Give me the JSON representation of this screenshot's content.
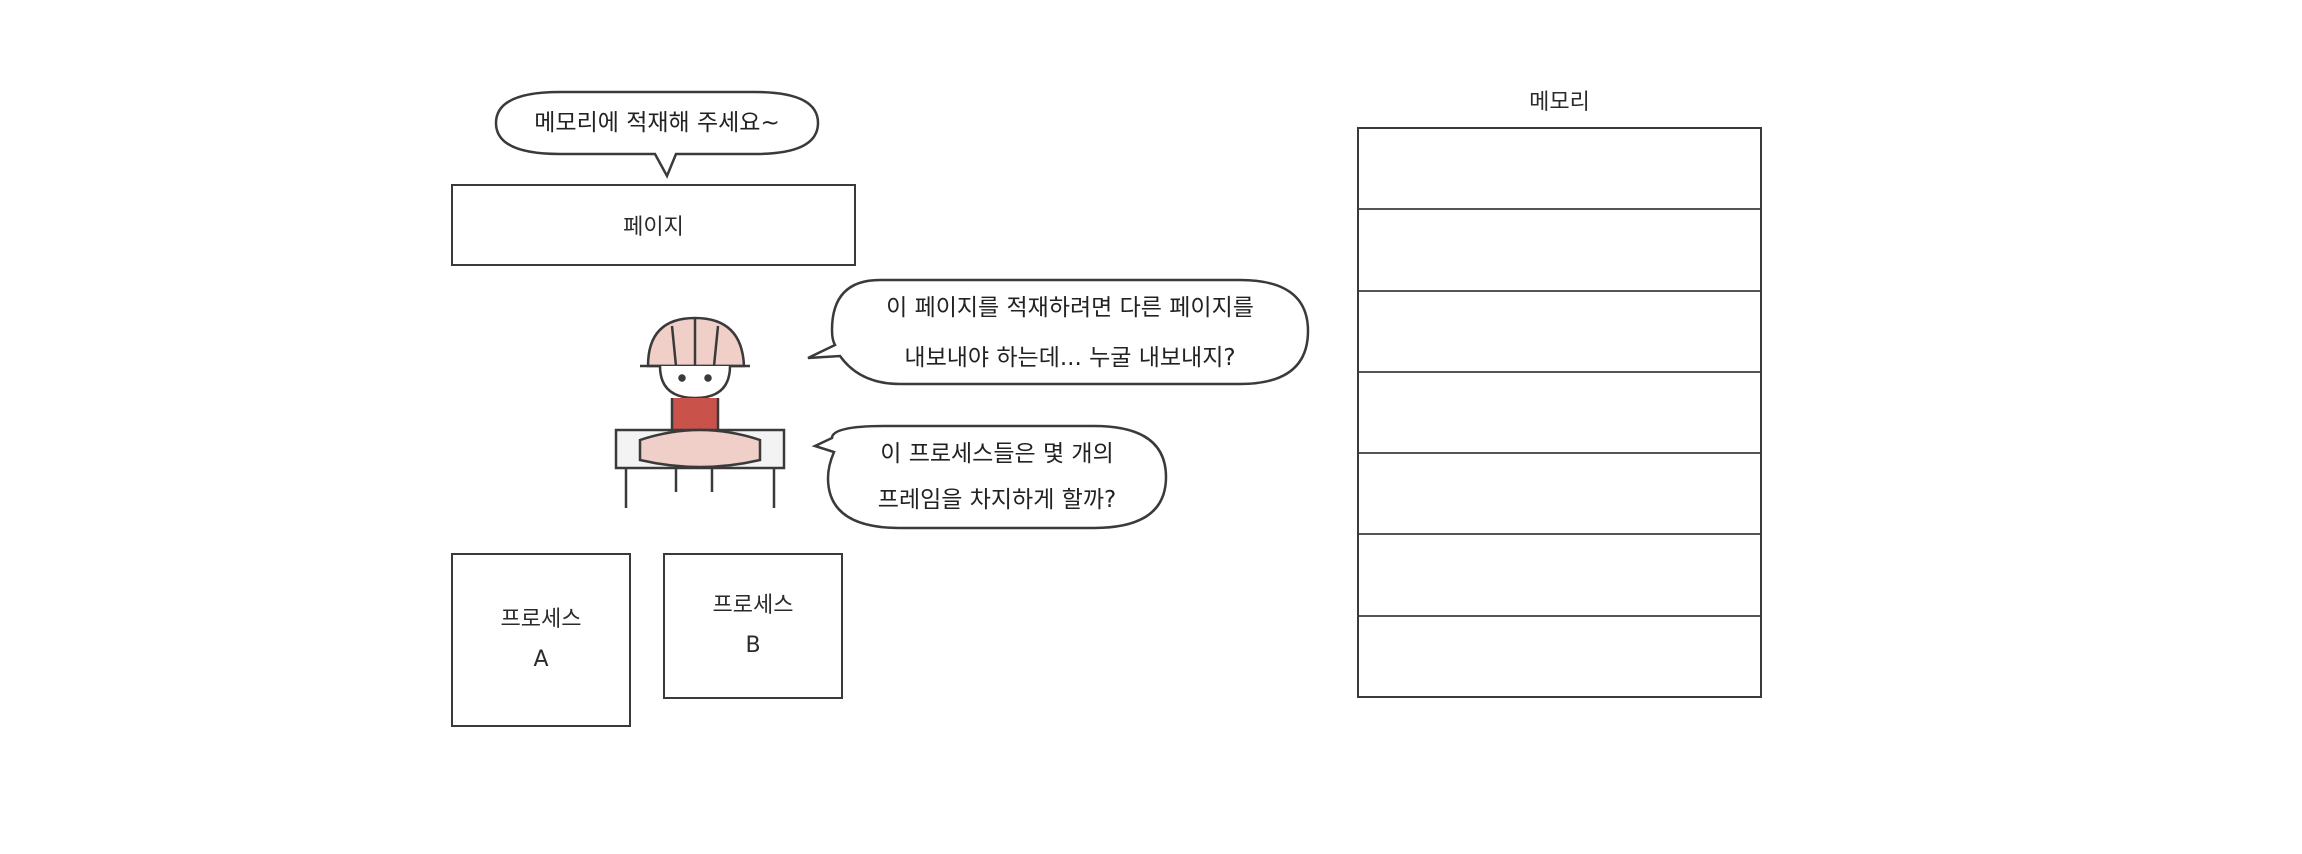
{
  "bubbles": {
    "top": "메모리에 적재해 주세요~",
    "replace_line1": "이 페이지를 적재하려면 다른 페이지를",
    "replace_line2": "내보내야 하는데... 누굴 내보내지?",
    "frames_line1": "이 프로세스들은 몇 개의",
    "frames_line2": "프레임을 차지하게 할까?"
  },
  "page_label": "페이지",
  "process_a": {
    "title": "프로세스",
    "id": "A"
  },
  "process_b": {
    "title": "프로세스",
    "id": "B"
  },
  "memory": {
    "title": "메모리",
    "frame_count": 7
  }
}
